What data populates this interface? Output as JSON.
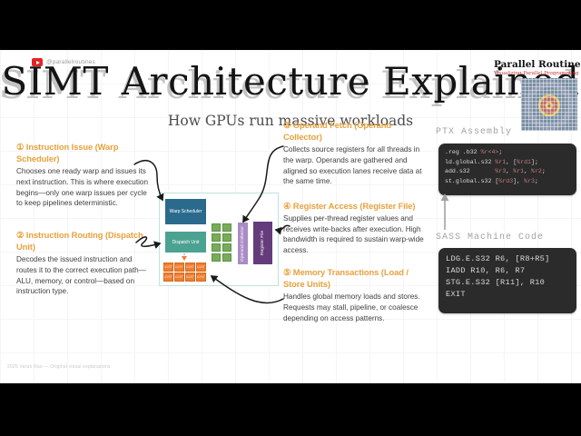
{
  "frame": {
    "channel_handle": "@parallelroutines",
    "brand": {
      "name": "Parallel Routines",
      "tagline": "Visualizing Parallel Programming"
    },
    "footer": "2025 Varun Rao — Original visual explanations"
  },
  "slide": {
    "title": "SIMT Architecture Explained",
    "subtitle": "How GPUs run massive workloads",
    "accent_color": "#e7a13d",
    "notes": [
      {
        "heading": "① Instruction Issue (Warp Scheduler)",
        "body": "Chooses one ready warp and issues its next instruction. This is where execution begins—only one warp issues per cycle to keep pipelines deterministic."
      },
      {
        "heading": "② Instruction Routing (Dispatch Unit)",
        "body": "Decodes the issued instruction and routes it to the correct execution path—ALU, memory, or control—based on instruction type."
      },
      {
        "heading": "③ Operand Fetch (Operand Collector)",
        "body": "Collects source registers for all threads in the warp. Operands are gathered and aligned so execution lanes receive data at the same time."
      },
      {
        "heading": "④ Register Access (Register File)",
        "body": "Supplies per-thread register values and receives write-backs after execution. High bandwidth is required to sustain warp-wide access."
      },
      {
        "heading": "⑤ Memory Transactions (Load / Store Units)",
        "body": "Handles global memory loads and stores. Requests may stall, pipeline, or coalesce depending on access patterns."
      }
    ],
    "diagram": {
      "warp_scheduler_label": "Warp Scheduler",
      "dispatch_unit_label": "Dispatch Unit",
      "operand_collector_label": "Operand Collector",
      "register_file_label": "Register File",
      "ldst_label": "LD/ST",
      "ldst_count": 8,
      "alu_count": 8,
      "colors": {
        "warp_scheduler": "#2a6b8d",
        "dispatch_unit": "#4ba291",
        "alu": "#77ad59",
        "operand_collector": "#a98bc5",
        "register_file": "#653c7b",
        "ldst": "#ed7d31",
        "container_border": "#bfe2de"
      }
    },
    "ptx": {
      "heading": "PTX Assembly",
      "lines": [
        [
          {
            "t": ".reg .b32 "
          },
          {
            "t": "%r<4>",
            "r": true
          },
          {
            "t": ";"
          }
        ],
        [
          {
            "t": "ld.global.s32 "
          },
          {
            "t": "%r1",
            "r": true
          },
          {
            "t": ", ["
          },
          {
            "t": "%rd1",
            "r": true
          },
          {
            "t": "];"
          }
        ],
        [
          {
            "t": "add.s32       "
          },
          {
            "t": "%r3",
            "r": true
          },
          {
            "t": ", "
          },
          {
            "t": "%r1",
            "r": true
          },
          {
            "t": ", "
          },
          {
            "t": "%r2",
            "r": true
          },
          {
            "t": ";"
          }
        ],
        [
          {
            "t": "st.global.s32 ["
          },
          {
            "t": "%rd3",
            "r": true
          },
          {
            "t": "], "
          },
          {
            "t": "%r3",
            "r": true
          },
          {
            "t": ";"
          }
        ]
      ]
    },
    "sass": {
      "heading": "SASS Machine Code",
      "lines": [
        [
          {
            "t": "LDG.E.S32 R6, [R8+R5]"
          }
        ],
        [
          {
            "t": "IADD R10, R6, R7"
          }
        ],
        [
          {
            "t": "STG.E.S32 [R11], R10"
          }
        ],
        [
          {
            "t": "EXIT"
          }
        ]
      ]
    }
  }
}
